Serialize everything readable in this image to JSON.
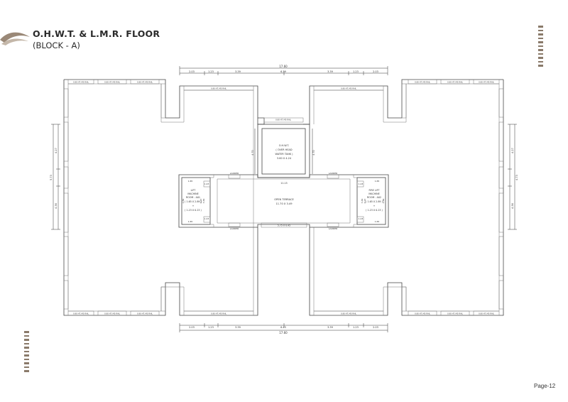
{
  "header": {
    "title": "O.H.W.T. & L.M.R. FLOOR",
    "subtitle": "(BLOCK - A)"
  },
  "footer": {
    "page": "Page-12"
  },
  "plan": {
    "dims_top": [
      "2.03",
      "1.23",
      "3.39",
      "3.39",
      "1.23",
      "2.03"
    ],
    "overall": "17.60",
    "center_top": "6.39",
    "center_bottom": "6.45",
    "left_dims": [
      "4.27",
      "5.73",
      "4.36"
    ],
    "right_dims": [
      "4.27",
      "4.73",
      "4.36"
    ],
    "tank": {
      "l1": "O.H.W.T.",
      "l2": "( OVER HEAD",
      "l3": "WATER TANK )",
      "l4": "3.60 X 4.24",
      "side": "4.70"
    },
    "terrace": {
      "l1": "OPEN TERRACE",
      "l2": "11.70 X 3.49",
      "top": "11.15",
      "bottom": "5.75 X 0.45"
    },
    "lmr1": {
      "l1": "LIFT",
      "l2": "MACHINE",
      "l3": "ROOM - A01",
      "l4": "( 1.65 X 2.89 )",
      "l5": "+",
      "l6": "( 1.23 X 0.23 )"
    },
    "lmr2": {
      "l1": "FIRE LIFT",
      "l2": "MACHINE",
      "l3": "ROOM - A02",
      "l4": "( 1.65 X 2.89 )",
      "l5": "+",
      "l6": "( 1.23 X 0.23 )"
    },
    "ladder": "LADDER",
    "lmr_dims": {
      "w": "1.65",
      "s": "1.23",
      "h": "2.89",
      "h2": "3.49",
      "b": "1.65",
      "b2": "1.23",
      "r": "0.23"
    },
    "parapet": "0.90 HT. MS RAIL"
  }
}
